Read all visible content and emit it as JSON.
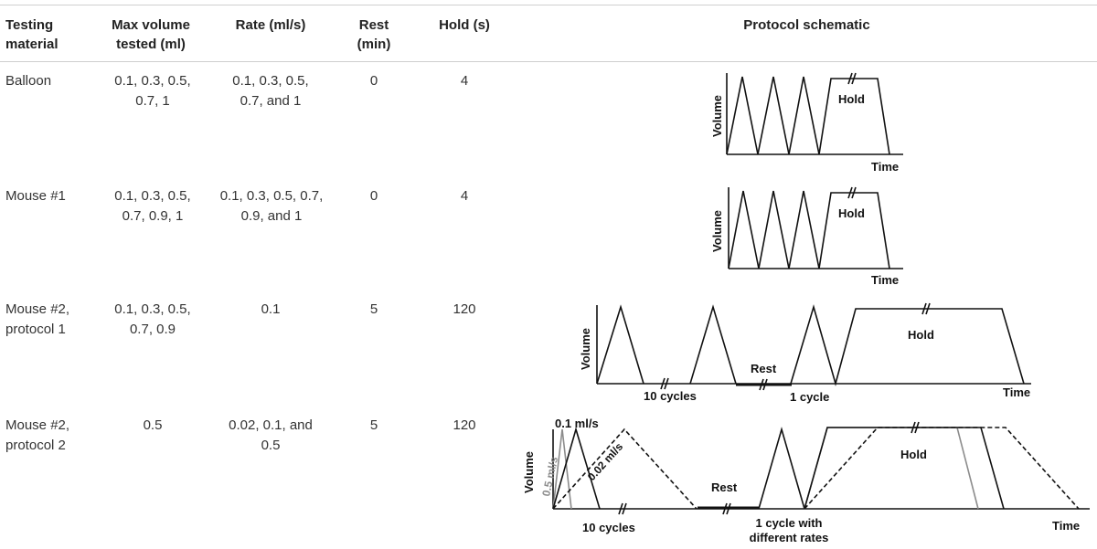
{
  "table": {
    "headers": {
      "material": "Testing material",
      "max_volume": "Max volume tested (ml)",
      "rate": "Rate (ml/s)",
      "rest": "Rest (min)",
      "hold": "Hold (s)",
      "schematic": "Protocol schematic"
    },
    "rows": [
      {
        "material": "Balloon",
        "max_volume": "0.1, 0.3, 0.5, 0.7, 1",
        "rate": "0.1, 0.3, 0.5, 0.7, and 1",
        "rest": "0",
        "hold": "4"
      },
      {
        "material": "Mouse #1",
        "max_volume": "0.1, 0.3, 0.5, 0.7, 0.9, 1",
        "rate": "0.1, 0.3, 0.5, 0.7, 0.9, and 1",
        "rest": "0",
        "hold": "4"
      },
      {
        "material": "Mouse #2, protocol 1",
        "max_volume": "0.1, 0.3, 0.5, 0.7, 0.9",
        "rate": "0.1",
        "rest": "5",
        "hold": "120"
      },
      {
        "material": "Mouse #2, protocol 2",
        "max_volume": "0.5",
        "rate": "0.02, 0.1, and 0.5",
        "rest": "5",
        "hold": "120"
      }
    ]
  },
  "schematics": {
    "s1": {
      "ylabel": "Volume",
      "xlabel": "Time",
      "hold": "Hold"
    },
    "s2": {
      "ylabel": "Volume",
      "xlabel": "Time",
      "hold": "Hold"
    },
    "s3": {
      "ylabel": "Volume",
      "xlabel": "Time",
      "hold": "Hold",
      "rest": "Rest",
      "cycles": "10 cycles",
      "one_cycle": "1 cycle"
    },
    "s4": {
      "ylabel": "Volume",
      "xlabel": "Time",
      "hold": "Hold",
      "rest": "Rest",
      "cycles": "10 cycles",
      "one_cycle_line1": "1 cycle with",
      "one_cycle_line2": "different rates",
      "rate_fast": "0.5 ml/s",
      "rate_mid": "0.1 ml/s",
      "rate_slow": "0.02 ml/s"
    }
  },
  "colors": {
    "line": "#111111",
    "fast_rate": "#8c8c8c",
    "rule": "#cfcfcf"
  }
}
